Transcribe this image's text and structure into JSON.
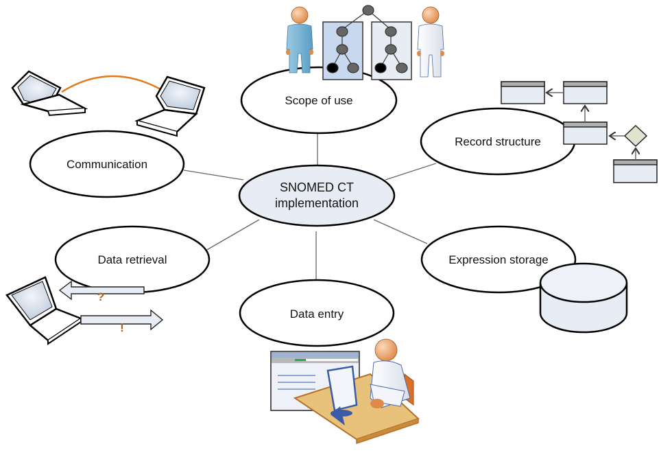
{
  "diagram": {
    "center": {
      "line1": "SNOMED CT",
      "line2": "implementation"
    },
    "nodes": {
      "scope": "Scope of use",
      "record": "Record structure",
      "communication": "Communication",
      "retrieval": "Data retrieval",
      "storage": "Expression storage",
      "entry": "Data entry"
    },
    "symbols": {
      "question": "?",
      "exclaim": "!"
    },
    "colors": {
      "node_fill": "#ffffff",
      "center_fill": "#e8edf5",
      "connector": "#666666",
      "orange_link": "#e07a1f",
      "box_fill": "#e8edf5",
      "box_header": "#b0b0b0",
      "diamond_fill": "#dfe3cf",
      "mark_orange": "#b35e15"
    }
  }
}
